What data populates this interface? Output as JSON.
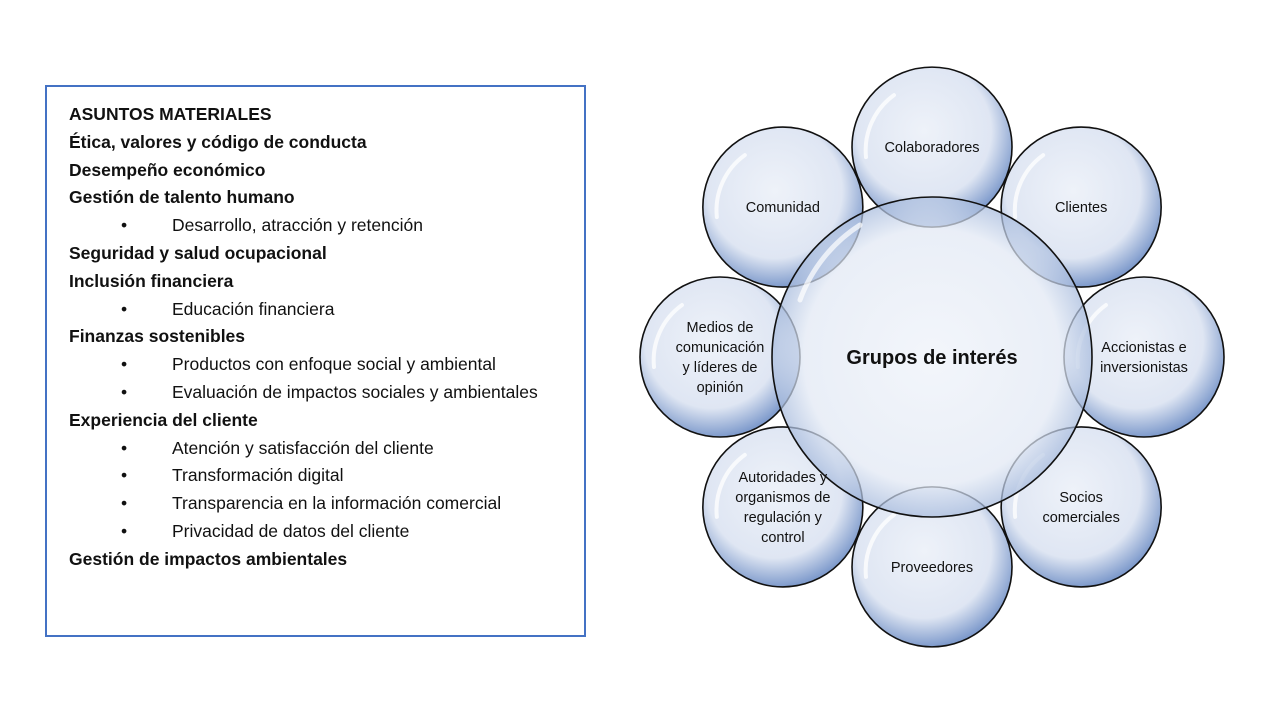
{
  "materiales": {
    "heading": "ASUNTOS MATERIALES",
    "items": [
      {
        "label": "Ética, valores y código de conducta",
        "subs": []
      },
      {
        "label": "Desempeño económico",
        "subs": []
      },
      {
        "label": "Gestión de talento humano",
        "subs": [
          "Desarrollo, atracción y retención"
        ]
      },
      {
        "label": "Seguridad y salud ocupacional",
        "subs": []
      },
      {
        "label": "Inclusión financiera",
        "subs": [
          "Educación financiera"
        ]
      },
      {
        "label": "Finanzas sostenibles",
        "subs": [
          "Productos con enfoque social y ambiental",
          "Evaluación de impactos sociales y ambientales"
        ]
      },
      {
        "label": "Experiencia del cliente",
        "subs": [
          "Atención y satisfacción del cliente",
          "Transformación digital",
          "Transparencia en la información comercial",
          "Privacidad de datos del cliente"
        ]
      },
      {
        "label": "Gestión de impactos ambientales",
        "subs": []
      }
    ],
    "bullet": "•"
  },
  "grupos": {
    "center": "Grupos de interés",
    "nodes": [
      {
        "lines": [
          "Colaboradores"
        ]
      },
      {
        "lines": [
          "Clientes"
        ]
      },
      {
        "lines": [
          "Accionistas e",
          "inversionistas"
        ]
      },
      {
        "lines": [
          "Socios",
          "comerciales"
        ]
      },
      {
        "lines": [
          "Proveedores"
        ]
      },
      {
        "lines": [
          "Autoridades y",
          "organismos de",
          "regulación y",
          "control"
        ]
      },
      {
        "lines": [
          "Medios de",
          "comunicación",
          "y líderes de",
          "opinión"
        ]
      },
      {
        "lines": [
          "Comunidad"
        ]
      }
    ]
  },
  "colors": {
    "border": "#4472c4",
    "bubble_light": "#eef2f9",
    "bubble_dark": "#6f8fc7"
  }
}
